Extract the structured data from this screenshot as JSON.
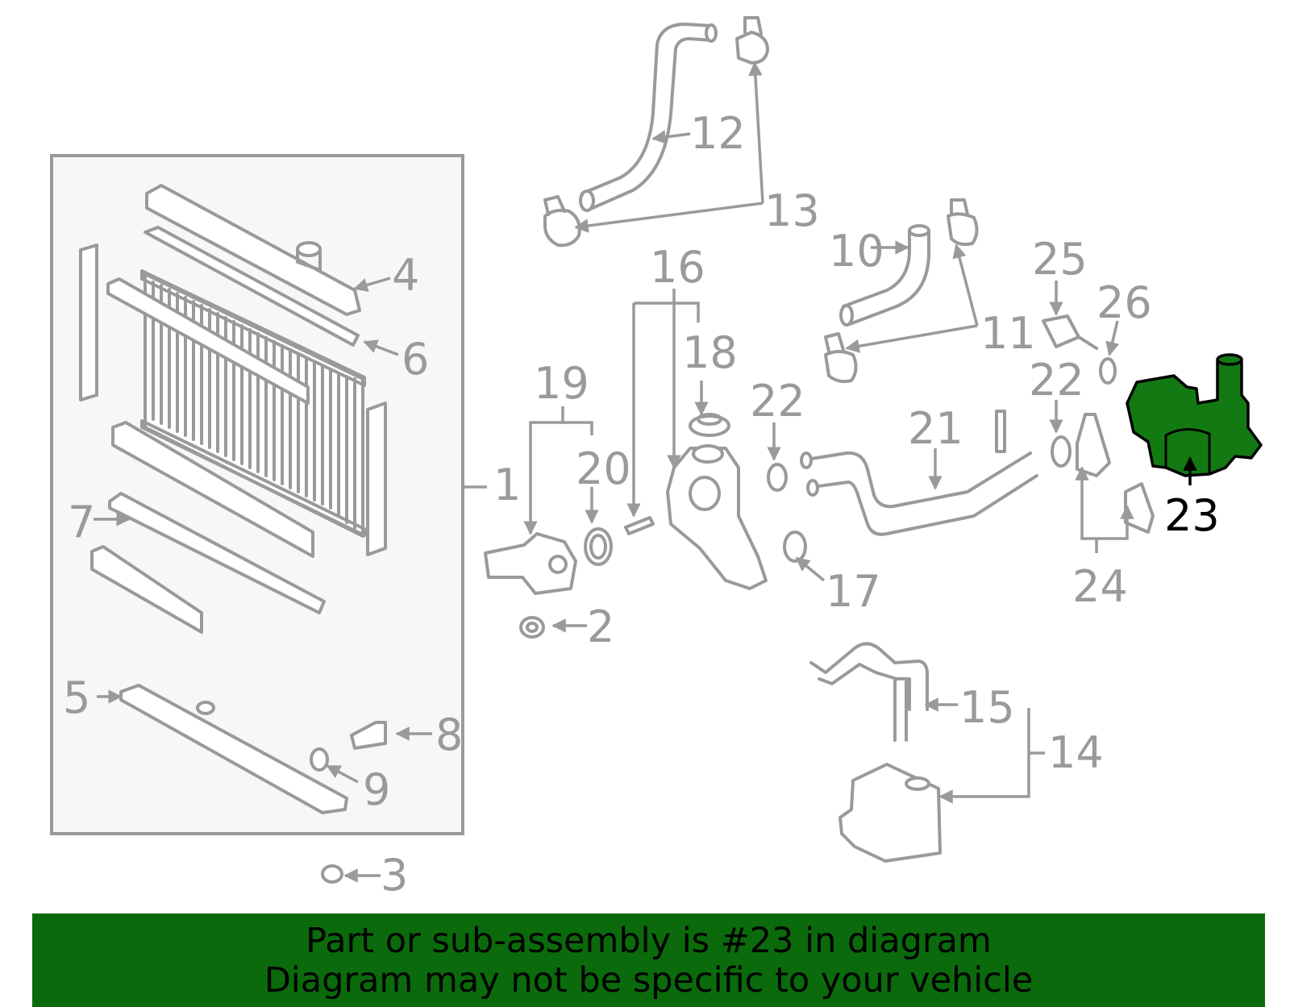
{
  "labels": {
    "n1": "1",
    "n2": "2",
    "n3": "3",
    "n4": "4",
    "n5": "5",
    "n6": "6",
    "n7": "7",
    "n8": "8",
    "n9": "9",
    "n10": "10",
    "n11": "11",
    "n12": "12",
    "n13": "13",
    "n14": "14",
    "n15": "15",
    "n16": "16",
    "n17": "17",
    "n18": "18",
    "n19": "19",
    "n20": "20",
    "n21": "21",
    "n22a": "22",
    "n22b": "22",
    "n23": "23",
    "n24": "24",
    "n25": "25",
    "n26": "26"
  },
  "highlight": {
    "part_number": "23",
    "color": "#0b6a0b"
  },
  "colors": {
    "line": "#9a9a9a",
    "banner": "#0b6a0b",
    "highlight_part": "#137a13"
  },
  "banner": {
    "line1": "Part or sub-assembly is #23 in diagram",
    "line2": "Diagram may not be specific to your vehicle"
  }
}
